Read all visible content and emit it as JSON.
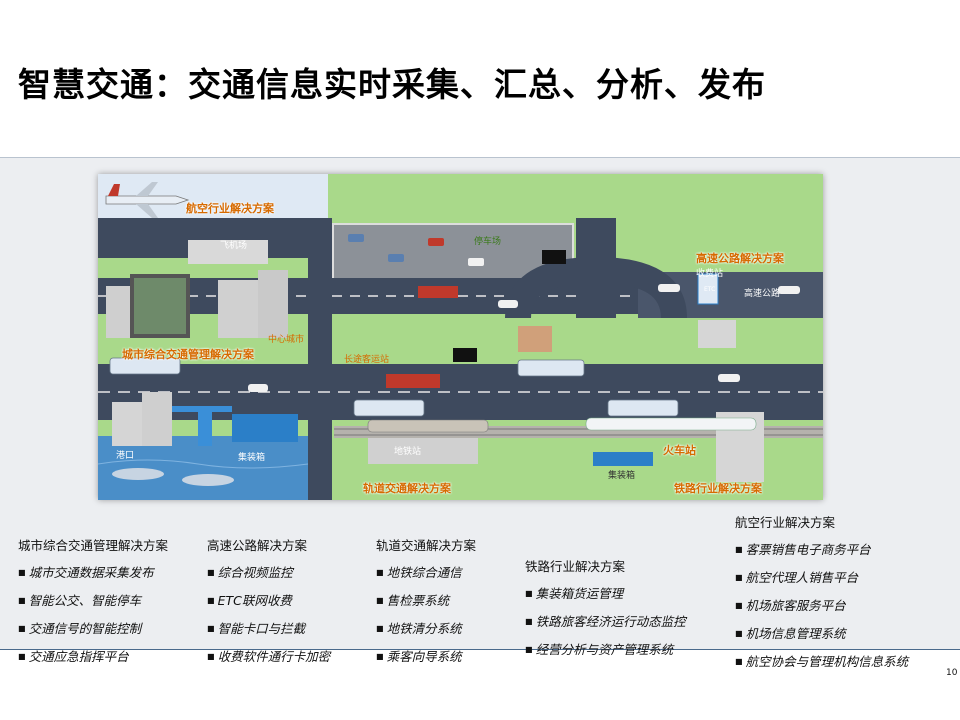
{
  "title": "智慧交通：交通信息实时采集、汇总、分析、发布",
  "scene": {
    "labels": {
      "aviation": "航空行业解决方案",
      "airport": "飞机场",
      "parking": "停车场",
      "highway_solution": "高速公路解决方案",
      "toll": "收费站",
      "highway": "高速公路",
      "etc": "ETC",
      "center_city": "中心城市",
      "urban_solution": "城市综合交通管理解决方案",
      "bus_station": "长途客运站",
      "port": "港口",
      "container1": "集装箱",
      "metro_station": "地铁站",
      "container2": "集装箱",
      "train_station": "火车站",
      "rail_transit_solution": "轨道交通解决方案",
      "railway_solution": "铁路行业解决方案"
    }
  },
  "columns": [
    {
      "title": "城市综合交通管理解决方案",
      "items": [
        "城市交通数据采集发布",
        "智能公交、智能停车",
        "交通信号的智能控制",
        "交通应急指挥平台"
      ]
    },
    {
      "title": "高速公路解决方案",
      "items": [
        "综合视频监控",
        "ETC联网收费",
        "智能卡口与拦截",
        "收费软件通行卡加密"
      ]
    },
    {
      "title": "轨道交通解决方案",
      "items": [
        "地铁综合通信",
        "售检票系统",
        "地铁清分系统",
        "乘客向导系统"
      ]
    },
    {
      "title": "铁路行业解决方案",
      "items": [
        "集装箱货运管理",
        "铁路旅客经济运行动态监控",
        "经营分析与资产管理系统"
      ]
    },
    {
      "title": "航空行业解决方案",
      "items": [
        "客票销售电子商务平台",
        "航空代理人销售平台",
        "机场旅客服务平台",
        "机场信息管理系统",
        "航空协会与管理机构信息系统"
      ]
    }
  ],
  "page_number": "10",
  "colors": {
    "label_orange": "#d66a00",
    "road": "#3e4a5e",
    "grass": "#9fd37a",
    "water": "#4a8ec8"
  }
}
